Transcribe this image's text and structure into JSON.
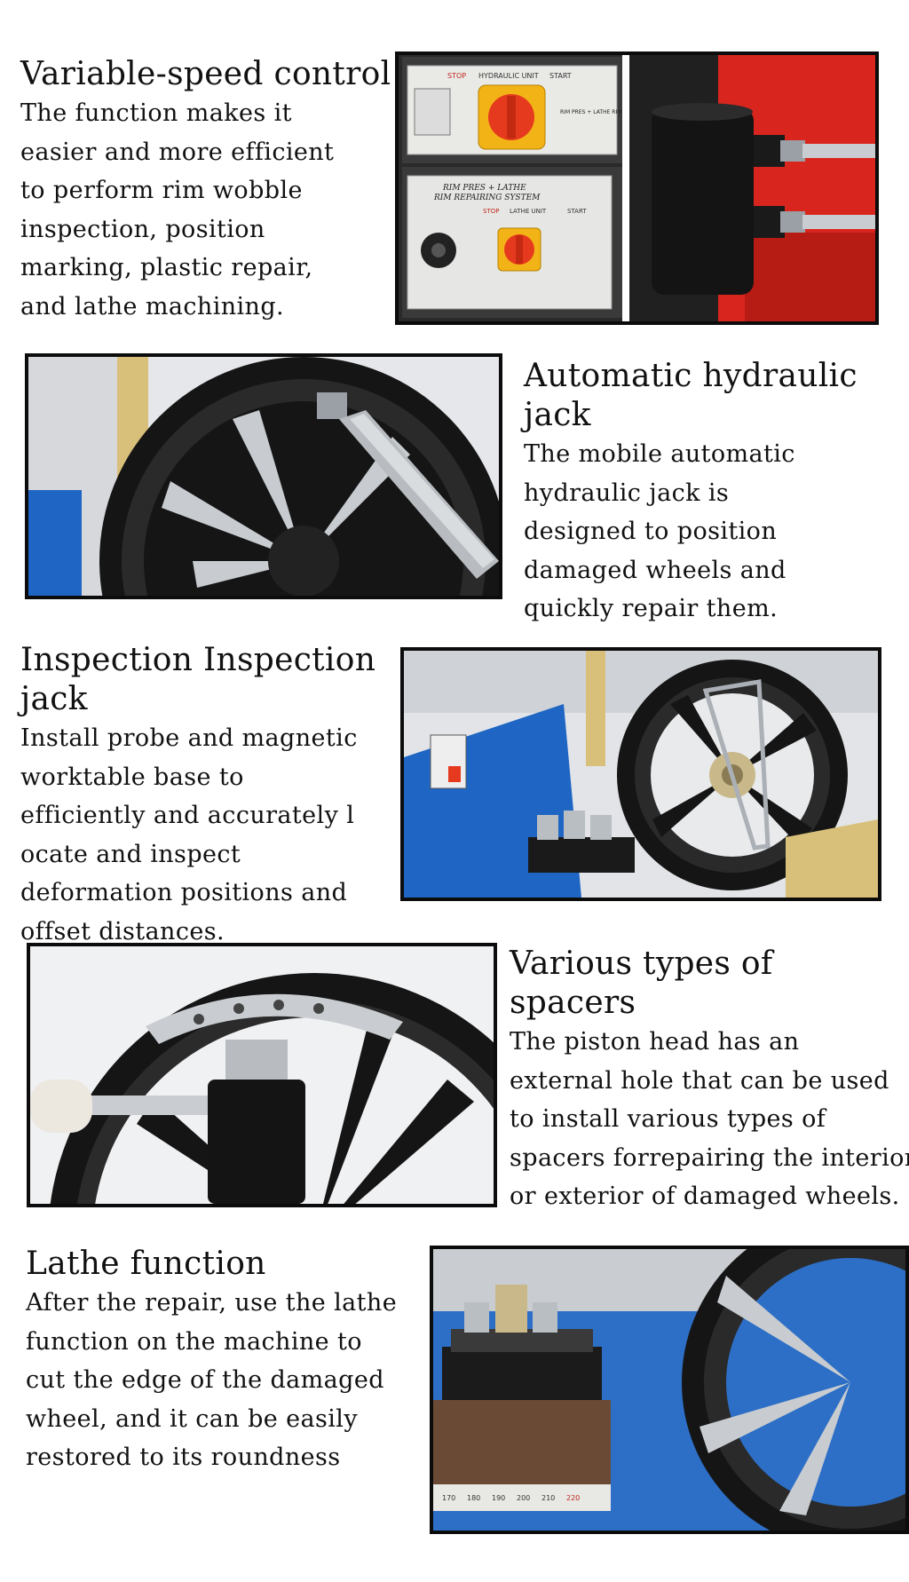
{
  "sections": [
    {
      "heading": "Variable-speed control",
      "lines": [
        "The function makes it",
        "easier and more efficient",
        "to perform rim wobble",
        "inspection, position",
        "marking, plastic repair,",
        "and lathe machining."
      ],
      "panel1": {
        "stop": "STOP",
        "unit": "HYDRAULIC UNIT",
        "start": "START",
        "brand": "RIM PRES + LATHE RIM REPAIRING SYSTEM"
      },
      "panel2": {
        "title_line1": "RIM PRES + LATHE",
        "title_line2": "RIM REPAIRING SYSTEM",
        "stop": "STOP",
        "unit": "LATHE UNIT",
        "start": "START"
      }
    },
    {
      "heading_lines": [
        "Automatic hydraulic",
        "jack"
      ],
      "lines": [
        "The mobile automatic",
        "hydraulic jack is",
        "designed to position",
        "damaged wheels and",
        "quickly repair them."
      ]
    },
    {
      "heading_lines": [
        "Inspection Inspection",
        "jack"
      ],
      "lines": [
        "Install probe and magnetic",
        "worktable base to",
        "efficiently and accurately l",
        "ocate and inspect",
        "deformation positions and",
        "offset distances."
      ]
    },
    {
      "heading_lines": [
        "Various types of",
        "spacers"
      ],
      "lines": [
        "The piston head has an",
        "external hole that can be used",
        "to install various types of",
        "spacers forrepairing the interior",
        "or exterior of damaged wheels."
      ]
    },
    {
      "heading": "Lathe function",
      "lines": [
        "After the repair, use the lathe",
        "function on the machine to",
        "cut the edge of the damaged",
        "wheel, and it can be easily",
        "restored to its roundness"
      ],
      "ruler_ticks": [
        "170",
        "180",
        "190",
        "200",
        "210",
        "220"
      ]
    }
  ],
  "colors": {
    "frame": "#0c0c0c",
    "rim_black": "#151515",
    "rim_silver": "#c8ccd0",
    "machine_blue": "#1f66c4",
    "knob_red": "#e63a1e",
    "knob_yellow": "#f2b316",
    "cylinder_black": "#141414",
    "base_red": "#d8261e",
    "gear_tan": "#d9c07a"
  }
}
